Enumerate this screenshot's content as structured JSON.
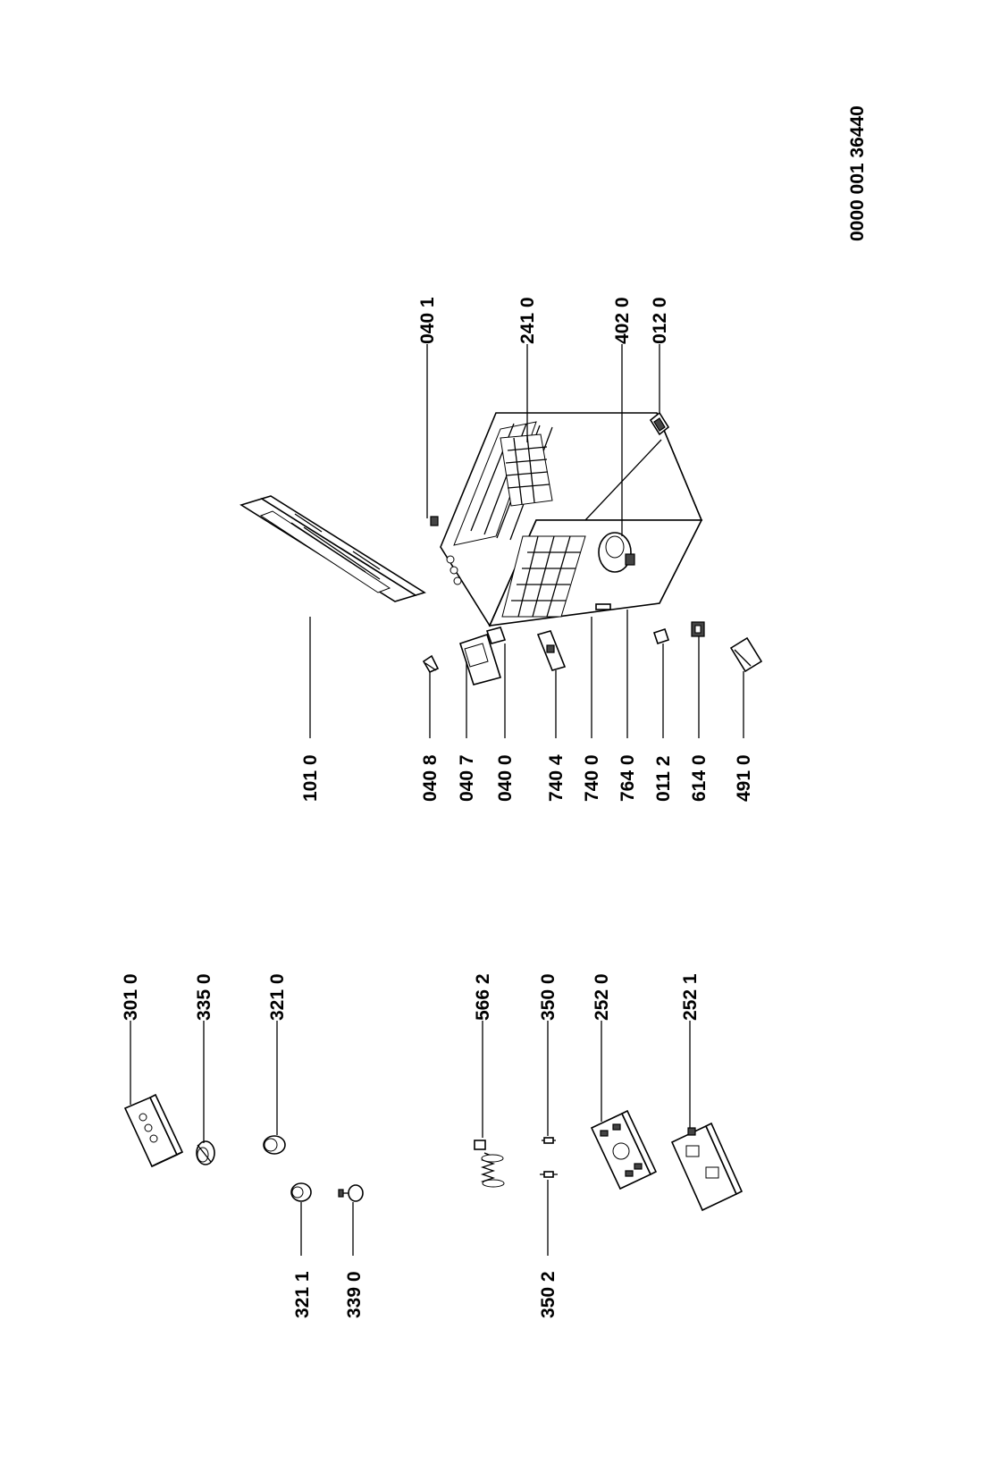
{
  "doc_number": "0000 001 36440",
  "callouts": {
    "c3010": "301 0",
    "c3350": "335 0",
    "c3210": "321 0",
    "c3211": "321 1",
    "c3390": "339 0",
    "c5662": "566 2",
    "c3500": "350 0",
    "c3502": "350 2",
    "c2520": "252 0",
    "c2521": "252 1",
    "c1010": "101 0",
    "c0408": "040 8",
    "c0407": "040 7",
    "c0400": "040 0",
    "c7404": "740 4",
    "c7400": "740 0",
    "c7640": "764 0",
    "c0112": "011 2",
    "c6140": "614 0",
    "c4910": "491 0",
    "c0401": "040 1",
    "c2410": "241 0",
    "c4020": "402 0",
    "c0120": "012 0"
  }
}
